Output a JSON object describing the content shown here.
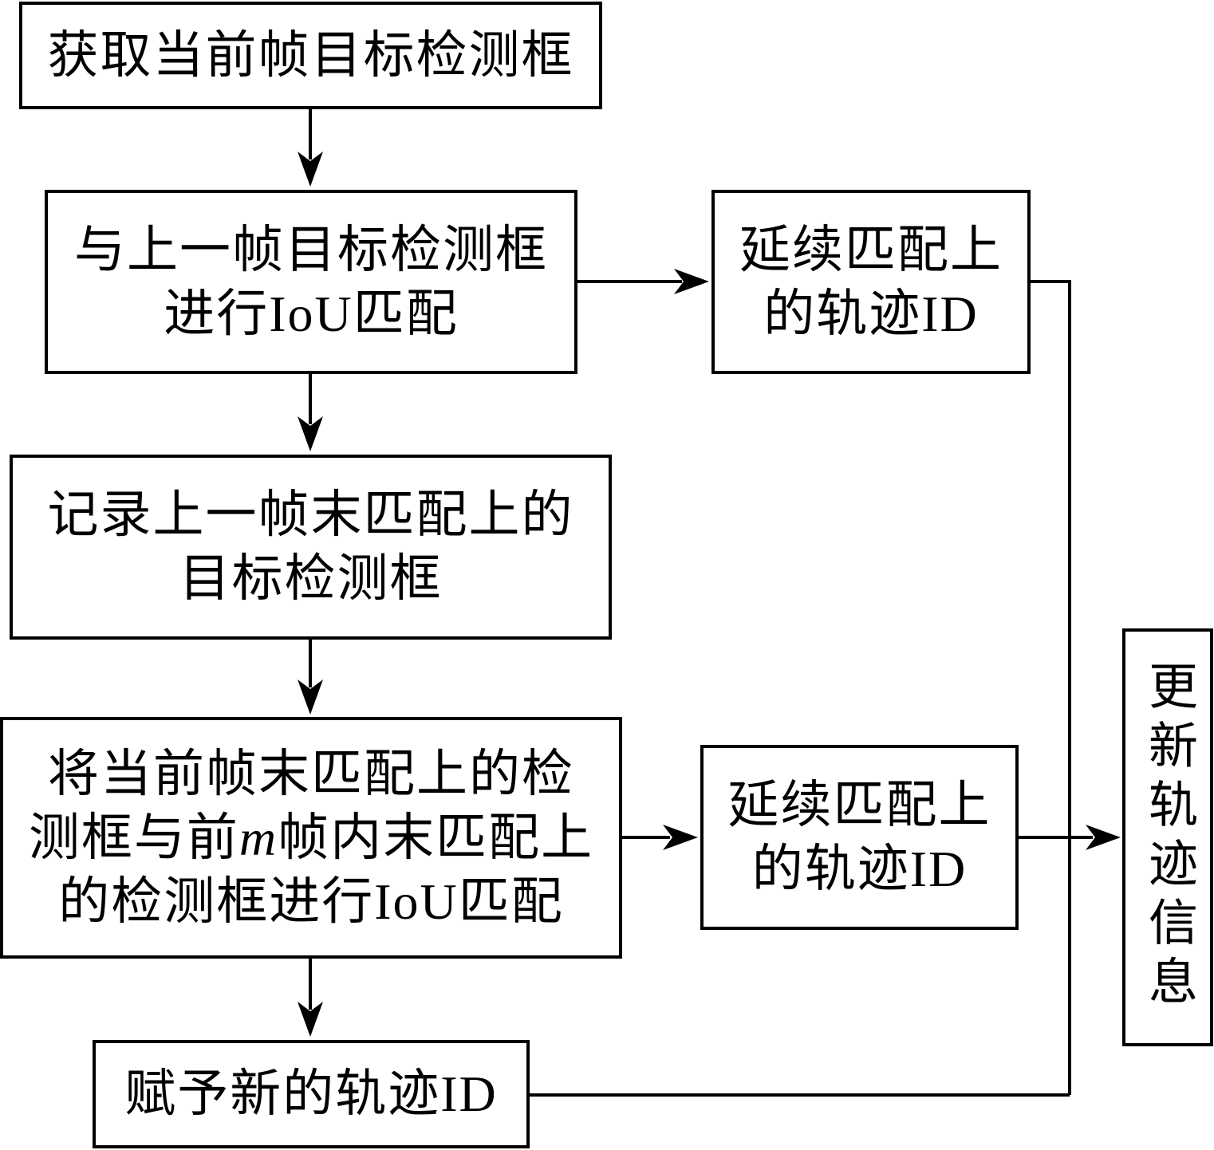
{
  "diagram": {
    "type": "flowchart",
    "nodes": {
      "get_detections": {
        "lines": [
          "获取当前帧目标检测框"
        ]
      },
      "iou_prev": {
        "lines": [
          "与上一帧目标检测框",
          "进行IoU匹配"
        ]
      },
      "continue_id_1": {
        "lines": [
          "延续匹配上",
          "的轨迹ID"
        ]
      },
      "record_unmatched": {
        "lines": [
          "记录上一帧末匹配上的",
          "目标检测框"
        ]
      },
      "iou_m_frames": {
        "lines": [
          "将当前帧末匹配上的检",
          "测框与前",
          "帧内末匹配上",
          "的检测框进行IoU匹配"
        ],
        "variable": "m"
      },
      "continue_id_2": {
        "lines": [
          "延续匹配上",
          "的轨迹ID"
        ]
      },
      "assign_new_id": {
        "lines": [
          "赋予新的轨迹ID"
        ]
      },
      "update_tracks": {
        "text": "更新轨迹信息"
      }
    },
    "edges": [
      {
        "from": "get_detections",
        "to": "iou_prev"
      },
      {
        "from": "iou_prev",
        "to": "continue_id_1"
      },
      {
        "from": "iou_prev",
        "to": "record_unmatched"
      },
      {
        "from": "record_unmatched",
        "to": "iou_m_frames"
      },
      {
        "from": "iou_m_frames",
        "to": "continue_id_2"
      },
      {
        "from": "iou_m_frames",
        "to": "assign_new_id"
      },
      {
        "from": "continue_id_1",
        "to": "update_tracks"
      },
      {
        "from": "continue_id_2",
        "to": "update_tracks"
      },
      {
        "from": "assign_new_id",
        "to": "update_tracks"
      }
    ],
    "colors": {
      "stroke": "#000000",
      "background": "#ffffff"
    }
  }
}
